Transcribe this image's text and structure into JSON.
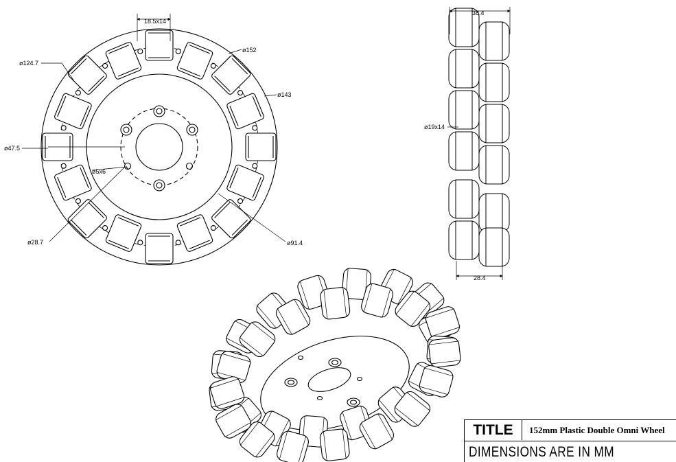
{
  "dimensions": {
    "roller_width": "18.5x14",
    "dia_152": "ø152",
    "dia_143": "ø143",
    "dia_124_7": "ø124.7",
    "dia_47_5": "ø47.5",
    "hole_5x6": "ø5x6",
    "dia_28_7": "ø28.7",
    "dia_91_4": "ø91.4",
    "side_width": "38.4",
    "side_roller": "ø19x14",
    "hub_width": "28.4"
  },
  "title_block": {
    "label": "TITLE",
    "value": "152mm Plastic Double Omni Wheel",
    "note": "DIMENSIONS ARE IN MM"
  }
}
